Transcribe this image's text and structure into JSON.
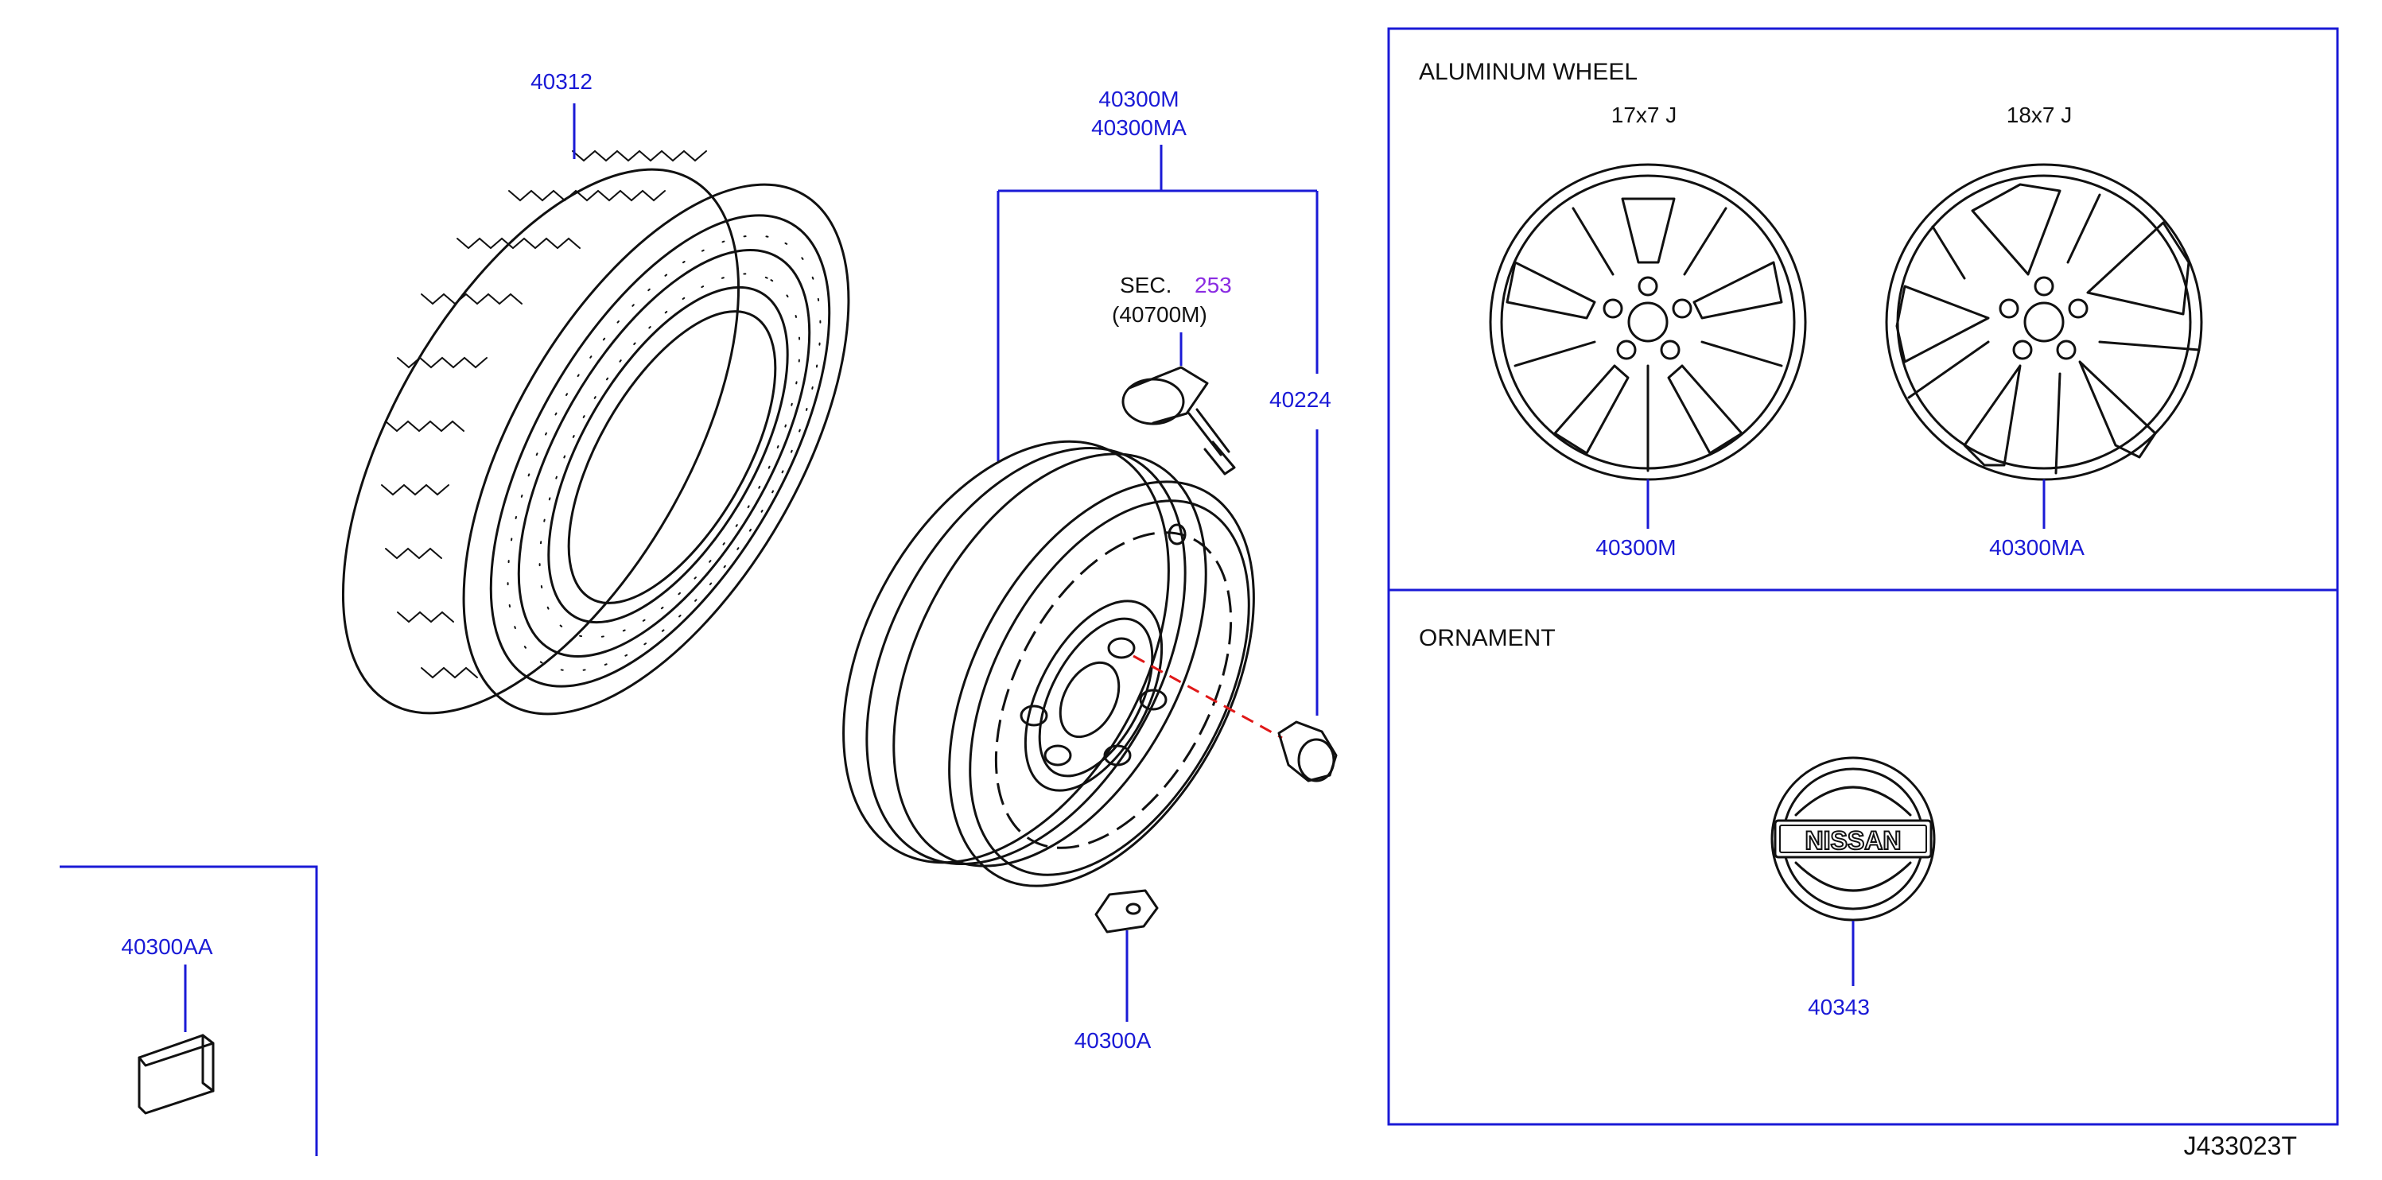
{
  "parts": {
    "tire": "40312",
    "wheel_m": "40300M",
    "wheel_ma": "40300MA",
    "sec_label": "SEC.",
    "sec_number": "253",
    "sensor_ref": "(40700M)",
    "nut": "40224",
    "weight_a": "40300A",
    "weight_aa": "40300AA"
  },
  "aluminum_section": {
    "title": "ALUMINUM   WHEEL",
    "size_17": "17x7   J",
    "size_18": "18x7   J",
    "part_17": "40300M",
    "part_18": "40300MA"
  },
  "ornament_section": {
    "title": "ORNAMENT",
    "part": "40343",
    "logo_text": "NISSAN"
  },
  "diagram_id": "J433023T",
  "colors": {
    "part_number": "#1a1ad6",
    "section_number": "#8a2be2",
    "line_art": "#111111",
    "center_line": "#e01818"
  }
}
